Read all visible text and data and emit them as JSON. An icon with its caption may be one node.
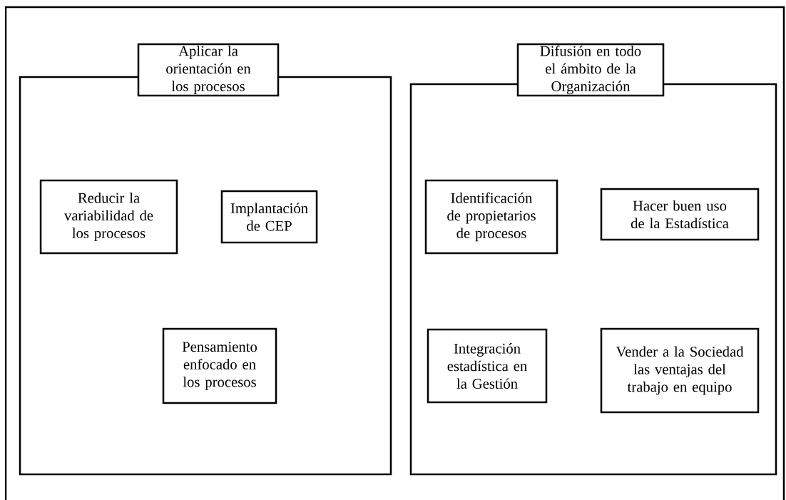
{
  "diagram": {
    "nodes": [
      {
        "text": [
          "Aplicar la orientación en los procesos"
        ]
      },
      {
        "text": [],
        "shape": "box"
      },
      {
        "text": [
          "Reducir la variabilidad de los procesos"
        ],
        "in": 1
      },
      {
        "text": [
          "Implantación de CEP"
        ],
        "in": 1
      },
      {
        "text": [
          "Pensamiento enfocado en los procesos"
        ],
        "in": 1
      },
      {
        "text": [
          "Difusión en todo el ámbito de la Organización"
        ]
      },
      {
        "text": [],
        "shape": "box"
      },
      {
        "text": [
          "Identificación de propietarios de procesos"
        ],
        "in": 6
      },
      {
        "text": [
          "Hacer buen uso de la Estadística"
        ],
        "in": 6
      },
      {
        "text": [
          "Integración estadística en la Gestión"
        ],
        "in": 6
      },
      {
        "text": [
          "Vender a la Sociedad las ventajas del trabajo en equipo"
        ],
        "in": 6
      }
    ]
  }
}
